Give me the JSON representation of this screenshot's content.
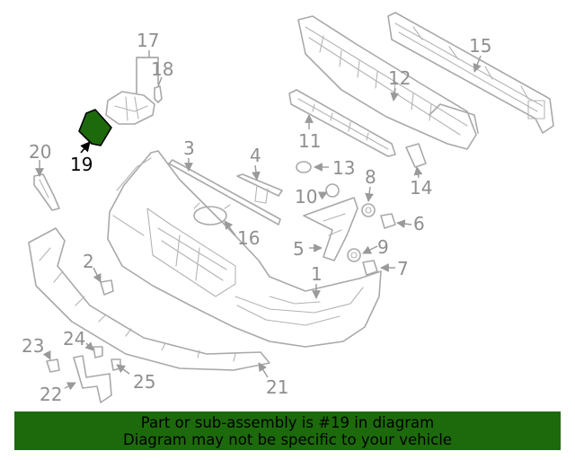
{
  "diagram": {
    "highlight_color": "#1d6a0c",
    "highlighted_part": "19",
    "callouts": [
      "1",
      "2",
      "3",
      "4",
      "5",
      "6",
      "7",
      "8",
      "9",
      "10",
      "11",
      "12",
      "13",
      "14",
      "15",
      "16",
      "17",
      "18",
      "19",
      "20",
      "21",
      "22",
      "23",
      "24",
      "25"
    ]
  },
  "banner": {
    "line1": "Part or sub-assembly is #19 in diagram",
    "line2": "Diagram may not be specific to your vehicle"
  }
}
